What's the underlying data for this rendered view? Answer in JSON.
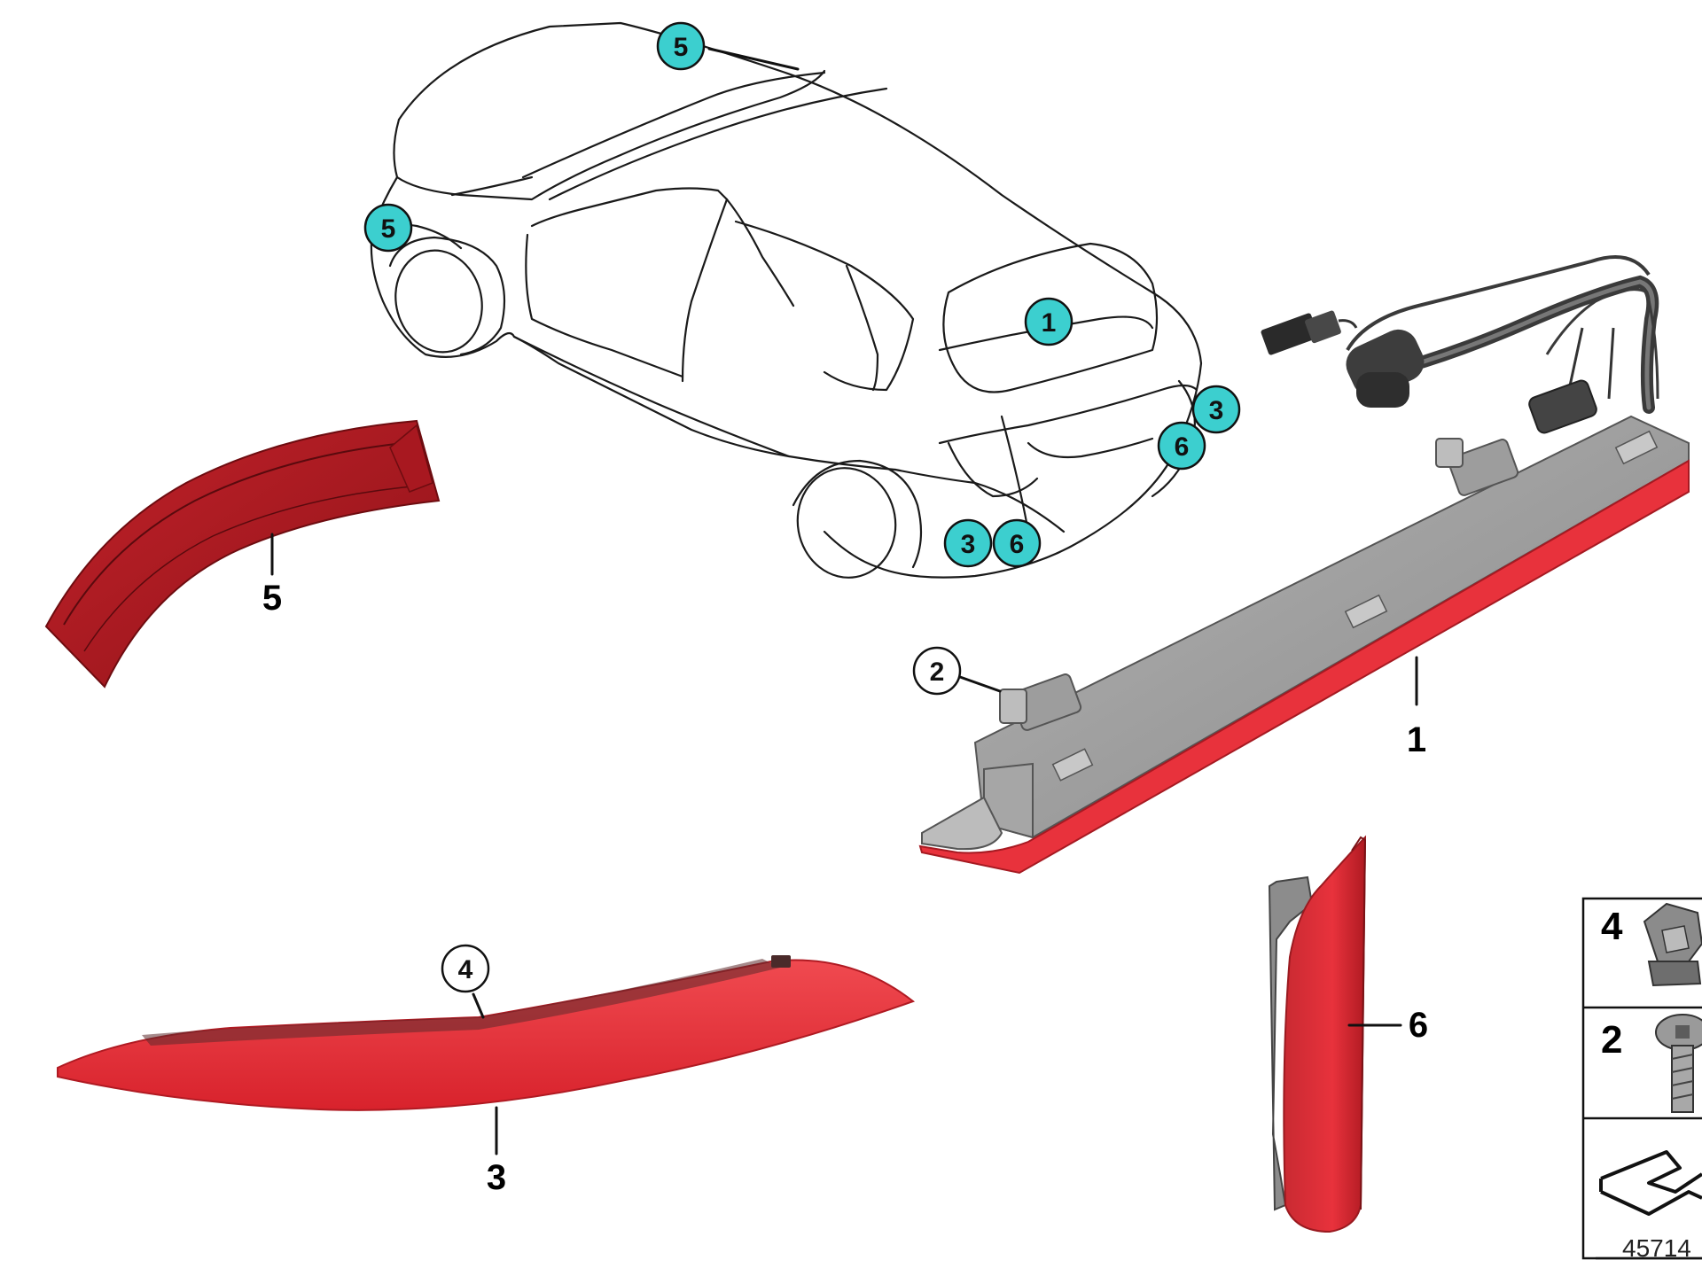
{
  "car_callouts": [
    {
      "id": "car-callout-5-roof",
      "label": "5"
    },
    {
      "id": "car-callout-5-side",
      "label": "5"
    },
    {
      "id": "car-callout-1",
      "label": "1"
    },
    {
      "id": "car-callout-3-right",
      "label": "3"
    },
    {
      "id": "car-callout-6-right",
      "label": "6"
    },
    {
      "id": "car-callout-3-left",
      "label": "3"
    },
    {
      "id": "car-callout-6-left",
      "label": "6"
    }
  ],
  "part_labels": {
    "part5": "5",
    "part1": "1",
    "part3": "3",
    "part6": "6",
    "callout2": "2",
    "callout4": "4"
  },
  "parts_table": {
    "rows": [
      {
        "label": "4",
        "icon": "clip-nut-icon"
      },
      {
        "label": "2",
        "icon": "screw-icon"
      },
      {
        "label": "",
        "icon": "bracket-icon"
      }
    ]
  },
  "diagram_code": "45714",
  "colors": {
    "callout_fill": "#3ccfcf",
    "reflector_red": "#e8323c",
    "reflector_dark_red": "#b81c24",
    "housing_grey": "#9a9a9a"
  }
}
